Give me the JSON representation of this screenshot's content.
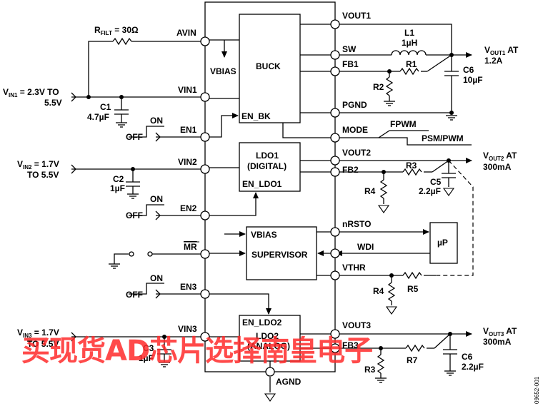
{
  "pins_left": {
    "avin": "AVIN",
    "vin1": "VIN1",
    "en1": "EN1",
    "vin2": "VIN2",
    "en2": "EN2",
    "mr": "MR",
    "en3": "EN3",
    "vin3": "VIN3"
  },
  "pins_right": {
    "vout1": "VOUT1",
    "sw": "SW",
    "fb1": "FB1",
    "pgnd": "PGND",
    "mode": "MODE",
    "vout2": "VOUT2",
    "fb2": "FB2",
    "nrsto": "nRSTO",
    "wdi": "WDI",
    "vthr": "VTHR",
    "vout3": "VOUT3",
    "fb3": "FB3",
    "agnd": "AGND"
  },
  "blocks": {
    "buck": "BUCK",
    "en_bk": "EN_BK",
    "vbias_internal": "VBIAS",
    "ldo1_line1": "LDO1",
    "ldo1_line2": "(DIGITAL)",
    "en_ldo1": "EN_LDO1",
    "supervisor": "SUPERVISOR",
    "supervisor_vbias": "VBIAS",
    "en_ldo2": "EN_LDO2",
    "ldo2_line1": "LDO2",
    "ldo2_line2": "(ANALOG)",
    "micro": "µP"
  },
  "inputs": {
    "vin1_label": "V",
    "vin1_sub": "IN1",
    "vin1_value": " = 2.3V TO",
    "vin1_value2": "5.5V",
    "vin2_label": "V",
    "vin2_sub": "IN2",
    "vin2_value": " = 1.7V",
    "vin2_value2": "TO 5.5V",
    "vin3_label": "V",
    "vin3_sub": "IN3",
    "vin3_value": " = 1.7V",
    "vin3_value2": "TO 5.5V"
  },
  "outputs": {
    "vout1_label": "V",
    "vout1_sub": "OUT1",
    "vout1_at": " AT",
    "vout1_current": "1.2A",
    "vout2_label": "V",
    "vout2_sub": "OUT2",
    "vout2_at": " AT",
    "vout2_current": "300mA",
    "vout3_label": "V",
    "vout3_sub": "OUT3",
    "vout3_at": " AT",
    "vout3_current": "300mA"
  },
  "components": {
    "rfilt_label": "R",
    "rfilt_sub": "FILT",
    "rfilt_value": " = 30Ω",
    "c1": "C1",
    "c1_value": "4.7µF",
    "c2": "C2",
    "c2_value": "1µF",
    "c3": "C3",
    "c3_value": "1µF",
    "l1": "L1",
    "l1_value": "1µH",
    "r1": "R1",
    "r2": "R2",
    "c6_top": "C6",
    "c6_top_value": "10µF",
    "r3_mid": "R3",
    "r4_mid": "R4",
    "c5": "C5",
    "c5_value": "2.2µF",
    "r4_bottom": "R4",
    "r5": "R5",
    "r3_bottom": "R3",
    "r7": "R7",
    "c6_bottom": "C6",
    "c6_bottom_value": "2.2µF"
  },
  "switches": {
    "on1": "ON",
    "off1": "OFF",
    "on2": "ON",
    "off2": "OFF",
    "on3": "ON",
    "off3": "OFF"
  },
  "mode_options": {
    "fpwm": "FPWM",
    "psm_pwm": "PSM/PWM"
  },
  "figure_id": "09652-001",
  "watermark": "买现货AD芯片选择南皇电子"
}
